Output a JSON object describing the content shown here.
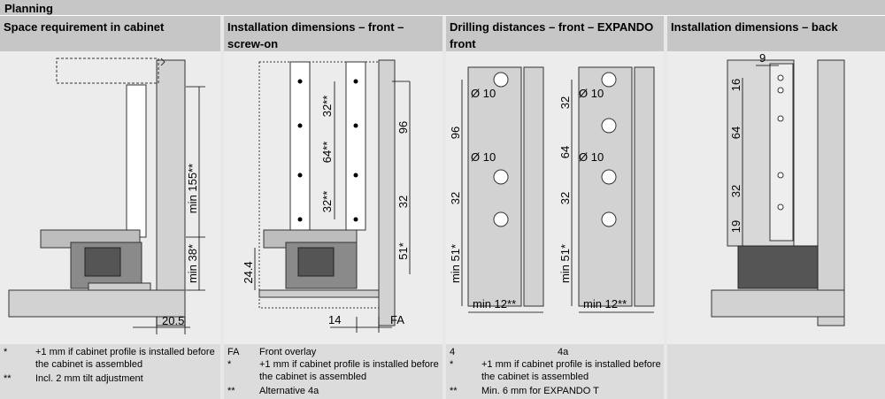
{
  "title": "Planning",
  "columns": [
    {
      "heading": "Space requirement in cabinet",
      "dims": {
        "top": "min 155**",
        "mid": "min 38*",
        "bottom": "20.5"
      },
      "notes": [
        {
          "key": "*",
          "text": "+1 mm if cabinet profile is installed before the cabinet is assembled"
        },
        {
          "key": "**",
          "text": "Incl. 2 mm tilt adjustment"
        }
      ]
    },
    {
      "heading": "Installation dimensions – front – screw-on",
      "dims": {
        "a": "32**",
        "b": "64**",
        "c": "32**",
        "d": "96",
        "e": "32",
        "f": "51*",
        "g": "24.4",
        "h": "14",
        "i": "FA"
      },
      "notes": [
        {
          "key": "FA",
          "text": "Front overlay"
        },
        {
          "key": "*",
          "text": "+1 mm if cabinet profile is installed before the cabinet is assembled"
        },
        {
          "key": "**",
          "text": "Alternative 4a"
        }
      ]
    },
    {
      "heading": "Drilling distances – front – EXPANDO front",
      "dims": {
        "dia": "Ø 10",
        "h96": "96",
        "h32": "32",
        "h51": "min 51*",
        "w12": "min 12**",
        "label4": "4",
        "label4a": "4a",
        "h32b": "32",
        "h64": "64"
      },
      "notes": [
        {
          "key": "4",
          "text": "4a",
          "sep": true
        },
        {
          "key": "*",
          "text": "+1 mm if cabinet profile is installed before the cabinet is assembled"
        },
        {
          "key": "**",
          "text": "Min. 6 mm for EXPANDO T"
        }
      ]
    },
    {
      "heading": "Installation dimensions – back",
      "dims": {
        "w9": "9",
        "h16": "16",
        "h64": "64",
        "h32": "32",
        "h19": "19"
      },
      "notes": []
    }
  ]
}
